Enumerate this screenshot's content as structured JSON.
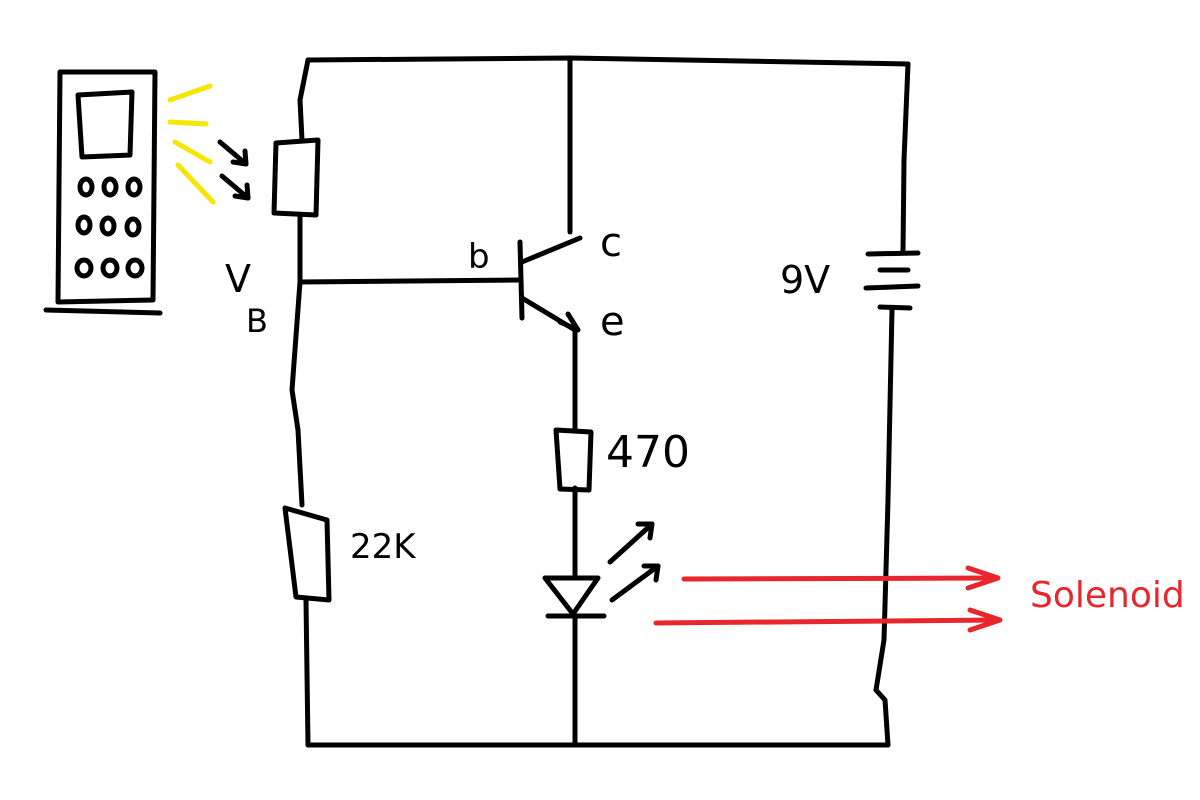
{
  "labels": {
    "vb_v": "V",
    "vb_b": "B",
    "base": "b",
    "collector": "c",
    "emitter": "e",
    "battery": "9V",
    "r_emitter": "470",
    "r_bottom": "22K",
    "output": "Solenoid"
  },
  "colors": {
    "wire": "#000000",
    "arrow_output": "#e8262d",
    "light_rays": "#f7e600"
  },
  "icons": {
    "remote": "remote-control-icon",
    "light": "light-rays-icon"
  }
}
